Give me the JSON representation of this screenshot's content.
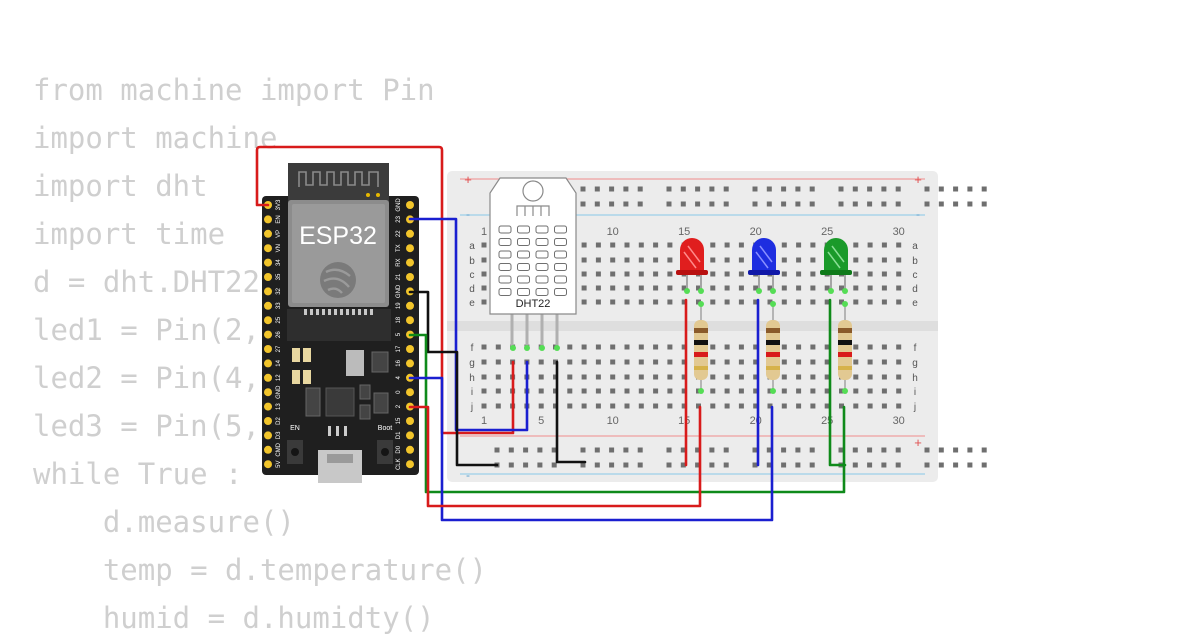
{
  "code_lines": [
    "from machine import Pin",
    "import machine",
    "import dht",
    "import time",
    "d = dht.DHT22(Pin(15))",
    "led1 = Pin(2, Pin.OUT)",
    "led2 = Pin(4, Pin.OUT)",
    "led3 = Pin(5, Pin.OUT)",
    "while True :",
    "    d.measure()",
    "    temp = d.temperature()",
    "    humid = d.humidty()"
  ],
  "board": {
    "label": "ESP32",
    "en_label": "EN",
    "boot_label": "Boot",
    "left_pins": [
      "3V3",
      "EN",
      "VP",
      "VN",
      "34",
      "35",
      "32",
      "33",
      "25",
      "26",
      "27",
      "14",
      "12",
      "GND",
      "13",
      "D2",
      "D3",
      "CMD",
      "5V"
    ],
    "right_pins": [
      "GND",
      "23",
      "22",
      "TX",
      "RX",
      "21",
      "GND",
      "19",
      "18",
      "5",
      "17",
      "16",
      "4",
      "0",
      "2",
      "15",
      "D1",
      "D0",
      "CLK"
    ]
  },
  "sensor": {
    "label": "DHT22"
  },
  "breadboard": {
    "col_numbers": [
      "1",
      "5",
      "10",
      "15",
      "20",
      "25",
      "30"
    ],
    "row_letters_top": [
      "a",
      "b",
      "c",
      "d",
      "e"
    ],
    "row_letters_bottom": [
      "f",
      "g",
      "h",
      "i",
      "j"
    ],
    "plus": "+",
    "minus": "-"
  },
  "leds": [
    {
      "name": "red",
      "color": "#e01e1e"
    },
    {
      "name": "blue",
      "color": "#1e2ee0"
    },
    {
      "name": "green",
      "color": "#1a9a2a"
    }
  ],
  "wire_colors": {
    "red": "#d81b1b",
    "blue": "#1a1fd0",
    "green": "#0f8a1a",
    "black": "#111111"
  }
}
